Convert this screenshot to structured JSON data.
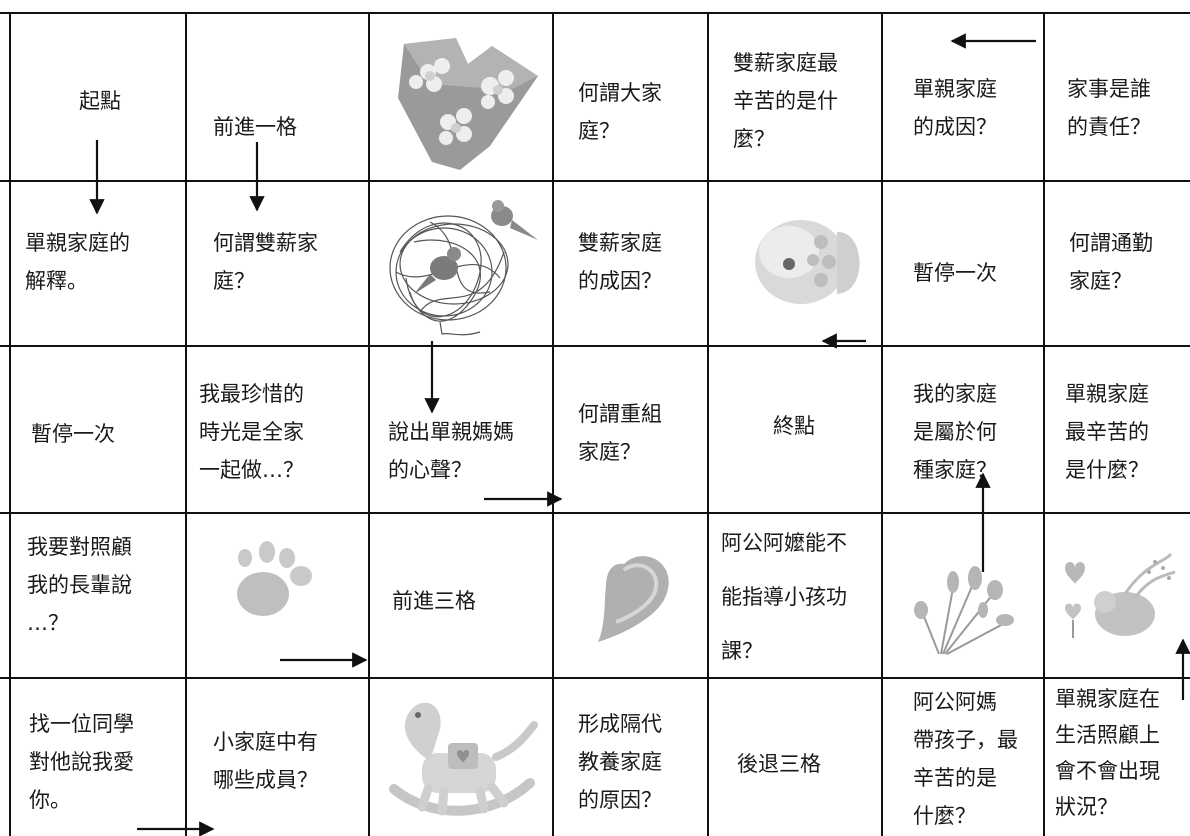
{
  "board": {
    "rows": [
      [
        {
          "text": "起點",
          "type": "start"
        },
        {
          "text": "前進一格",
          "type": "action"
        },
        {
          "text": "",
          "type": "picture",
          "icon": "heart-flowers-icon"
        },
        {
          "text": "何謂大家\n庭？",
          "type": "question"
        },
        {
          "text": "雙薪家庭最\n辛苦的是什\n麼？",
          "type": "question"
        },
        {
          "text": "單親家庭\n的成因？",
          "type": "question"
        },
        {
          "text": "家事是誰\n的責任？",
          "type": "question"
        }
      ],
      [
        {
          "text": "單親家庭的\n解釋。",
          "type": "question"
        },
        {
          "text": "何謂雙薪家\n庭？",
          "type": "question"
        },
        {
          "text": "",
          "type": "picture",
          "icon": "birds-heart-icon"
        },
        {
          "text": "雙薪家庭\n的成因？",
          "type": "question"
        },
        {
          "text": "",
          "type": "picture",
          "icon": "fish-icon"
        },
        {
          "text": "暫停一次",
          "type": "action"
        },
        {
          "text": "何謂通勤\n家庭？",
          "type": "question"
        }
      ],
      [
        {
          "text": "暫停一次",
          "type": "action"
        },
        {
          "text": "我最珍惜的\n時光是全家\n一起做…？",
          "type": "question"
        },
        {
          "text": "說出單親媽媽\n的心聲？",
          "type": "question"
        },
        {
          "text": "何謂重組\n家庭？",
          "type": "question"
        },
        {
          "text": "終點",
          "type": "finish"
        },
        {
          "text": "我的家庭\n是屬於何\n種家庭？",
          "type": "question"
        },
        {
          "text": "單親家庭\n最辛苦的\n是什麼？",
          "type": "question"
        }
      ],
      [
        {
          "text": "我要對照顧\n我的長輩說\n…？",
          "type": "question"
        },
        {
          "text": "",
          "type": "picture",
          "icon": "paw-print-icon"
        },
        {
          "text": "前進三格",
          "type": "action"
        },
        {
          "text": "",
          "type": "picture",
          "icon": "heart-icon"
        },
        {
          "text": "阿公阿嬤能不\n能指導小孩功\n課？",
          "type": "question"
        },
        {
          "text": "",
          "type": "picture",
          "icon": "flower-bouquet-icon"
        },
        {
          "text": "",
          "type": "picture",
          "icon": "bird-hearts-icon"
        }
      ],
      [
        {
          "text": "找一位同學\n對他說我愛\n你。",
          "type": "question"
        },
        {
          "text": "小家庭中有\n哪些成員？",
          "type": "question"
        },
        {
          "text": "",
          "type": "picture",
          "icon": "rocking-horse-icon"
        },
        {
          "text": "形成隔代\n教養家庭\n的原因？",
          "type": "question"
        },
        {
          "text": "後退三格",
          "type": "action"
        },
        {
          "text": "阿公阿媽\n帶孩子，最\n辛苦的是\n什麼？",
          "type": "question"
        },
        {
          "text": "單親家庭在\n生活照顧上\n會不會出現\n狀況？",
          "type": "question"
        }
      ]
    ]
  }
}
